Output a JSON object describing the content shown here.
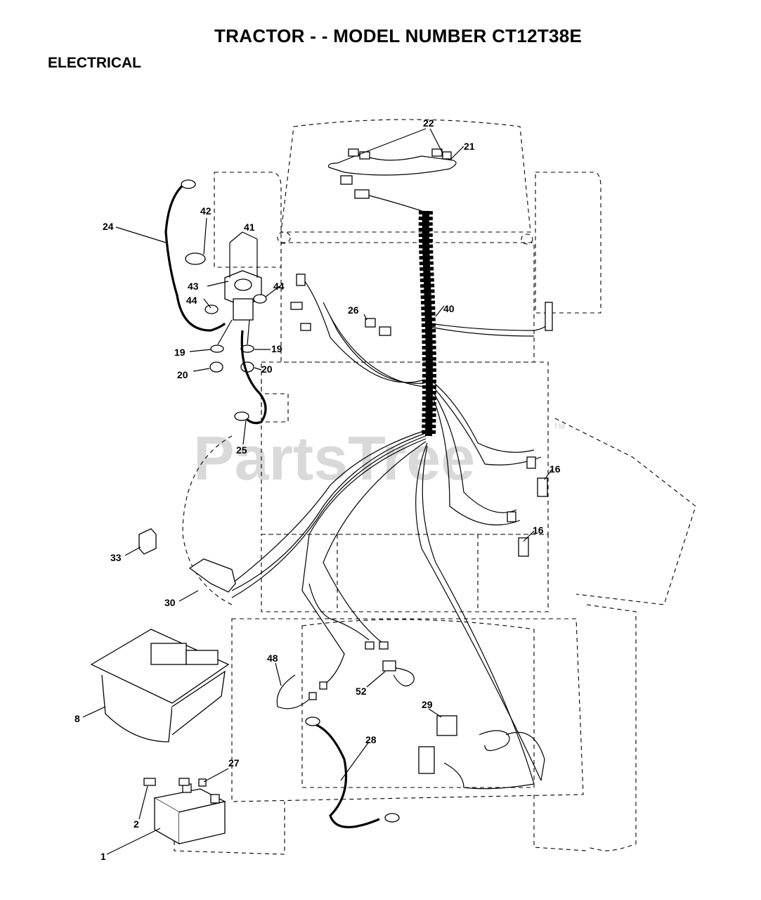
{
  "header": {
    "title": "TRACTOR - - MODEL NUMBER CT12T38E",
    "section": "ELECTRICAL"
  },
  "watermark": {
    "brand": "PartsTree",
    "mark": "TM"
  },
  "callouts": [
    "22",
    "21",
    "42",
    "41",
    "24",
    "43",
    "44",
    "44",
    "40",
    "26",
    "19",
    "19",
    "20",
    "20",
    "25",
    "16",
    "16",
    "33",
    "30",
    "48",
    "52",
    "8",
    "29",
    "28",
    "27",
    "2",
    "1"
  ]
}
